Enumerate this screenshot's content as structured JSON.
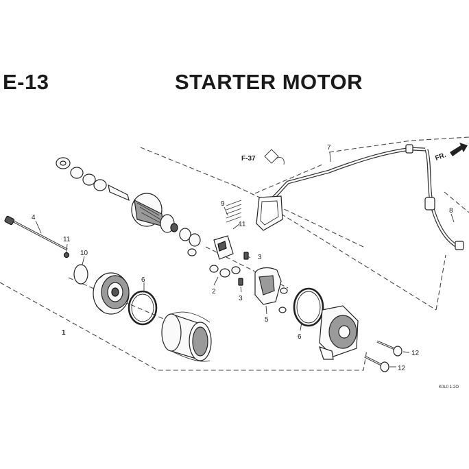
{
  "header": {
    "section_code": "E-13",
    "title": "STARTER MOTOR"
  },
  "diagram": {
    "callouts": {
      "c1": "1",
      "c2": "2",
      "c3a": "3",
      "c3b": "3",
      "c4": "4",
      "c5": "5",
      "c6a": "6",
      "c6b": "6",
      "c7": "7",
      "c8": "8",
      "c9": "9",
      "c10": "10",
      "c11a": "11",
      "c11b": "11",
      "c12a": "12",
      "c12b": "12"
    },
    "ref_f37": "F-37",
    "direction_label": "FR.",
    "drawing_code": "K0L0 1-2O"
  }
}
